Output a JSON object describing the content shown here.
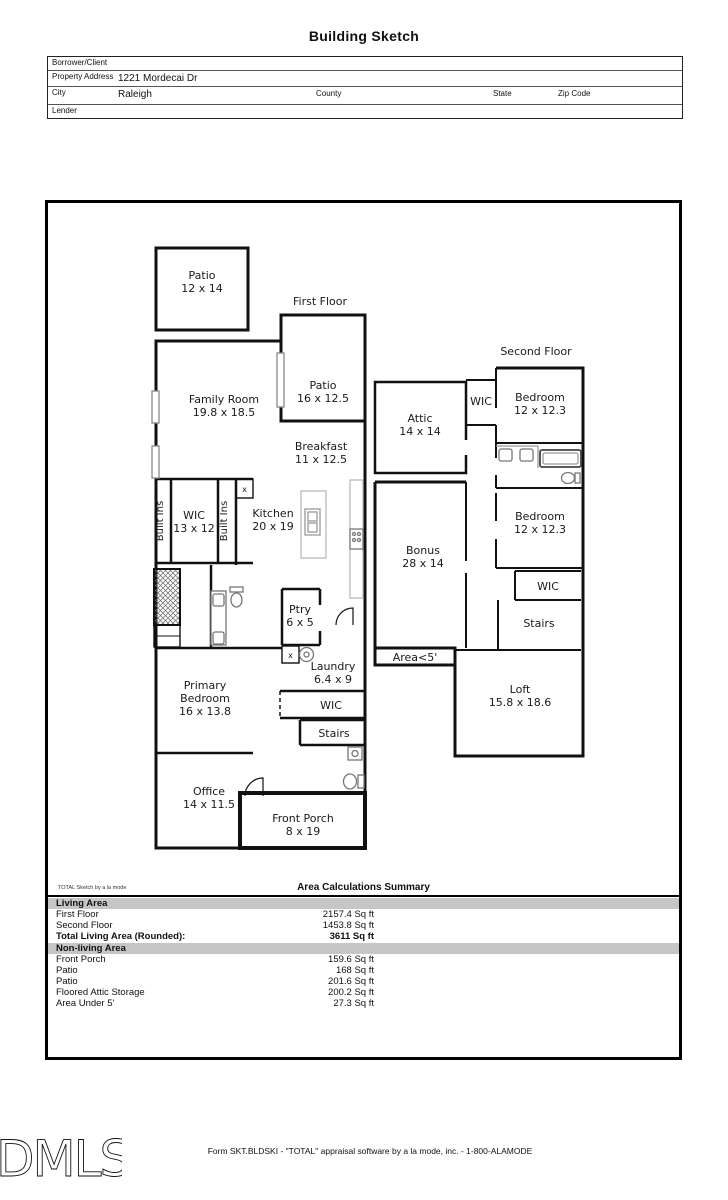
{
  "page": {
    "title": "Building Sketch",
    "footer_form_text": "Form SKT.BLDSKI - \"TOTAL\" appraisal software by a la mode, inc. - 1-800-ALAMODE",
    "logo_text": "DMLS"
  },
  "property_form": {
    "borrower_label": "Borrower/Client",
    "property_address_label": "Property Address",
    "property_address_value": "1221 Mordecai Dr",
    "city_label": "City",
    "city_value": "Raleigh",
    "county_label": "County",
    "state_label": "State",
    "zip_label": "Zip Code",
    "lender_label": "Lender"
  },
  "plan": {
    "first_floor_label": "First Floor",
    "second_floor_label": "Second Floor",
    "x_marker": "x",
    "rooms": {
      "patio1": {
        "name": "Patio",
        "dims": "12 x 14"
      },
      "patio2": {
        "name": "Patio",
        "dims": "16 x 12.5"
      },
      "family_room": {
        "name": "Family Room",
        "dims": "19.8 x 18.5"
      },
      "breakfast": {
        "name": "Breakfast",
        "dims": "11 x 12.5"
      },
      "wic_first": {
        "name": "WIC",
        "dims": "13 x 12"
      },
      "built_ins_left": {
        "name": "Built Ins"
      },
      "built_ins_right": {
        "name": "Built Ins"
      },
      "kitchen": {
        "name": "Kitchen",
        "dims": "20 x 19"
      },
      "ptry": {
        "name": "Ptry",
        "dims": "6 x 5"
      },
      "laundry": {
        "name": "Laundry",
        "dims": "6.4 x 9"
      },
      "primary_bedroom": {
        "name_line1": "Primary",
        "name_line2": "Bedroom",
        "dims": "16 x 13.8"
      },
      "wic_hall": {
        "name": "WIC"
      },
      "stairs_hall": {
        "name": "Stairs"
      },
      "office": {
        "name": "Office",
        "dims": "14 x 11.5"
      },
      "front_porch": {
        "name": "Front Porch",
        "dims": "8 x 19"
      },
      "attic": {
        "name": "Attic",
        "dims": "14 x 14"
      },
      "wic_second_top": {
        "name": "WIC"
      },
      "bedroom_top": {
        "name": "Bedroom",
        "dims": "12 x 12.3"
      },
      "bedroom_bottom": {
        "name": "Bedroom",
        "dims": "12 x 12.3"
      },
      "bonus": {
        "name": "Bonus",
        "dims": "28 x 14"
      },
      "wic_second_bottom": {
        "name": "WIC"
      },
      "stairs_second": {
        "name": "Stairs"
      },
      "area_under_5": {
        "name": "Area<5'"
      },
      "loft": {
        "name": "Loft",
        "dims": "15.8 x 18.6"
      }
    }
  },
  "summary": {
    "brand_note": "TOTAL Sketch by a la mode",
    "title": "Area Calculations Summary",
    "living_header": "Living Area",
    "nonliving_header": "Non-living Area",
    "living_rows": [
      {
        "label": "First Floor",
        "value": "2157.4 Sq ft"
      },
      {
        "label": "Second Floor",
        "value": "1453.8 Sq ft"
      },
      {
        "label": "Total Living Area (Rounded):",
        "value": "3611 Sq ft"
      }
    ],
    "nonliving_rows": [
      {
        "label": "Front Porch",
        "value": "159.6 Sq ft"
      },
      {
        "label": "Patio",
        "value": "168 Sq ft"
      },
      {
        "label": "Patio",
        "value": "201.6 Sq ft"
      },
      {
        "label": "Floored Attic Storage",
        "value": "200.2 Sq ft"
      },
      {
        "label": "Area Under 5'",
        "value": "27.3 Sq ft"
      }
    ]
  }
}
